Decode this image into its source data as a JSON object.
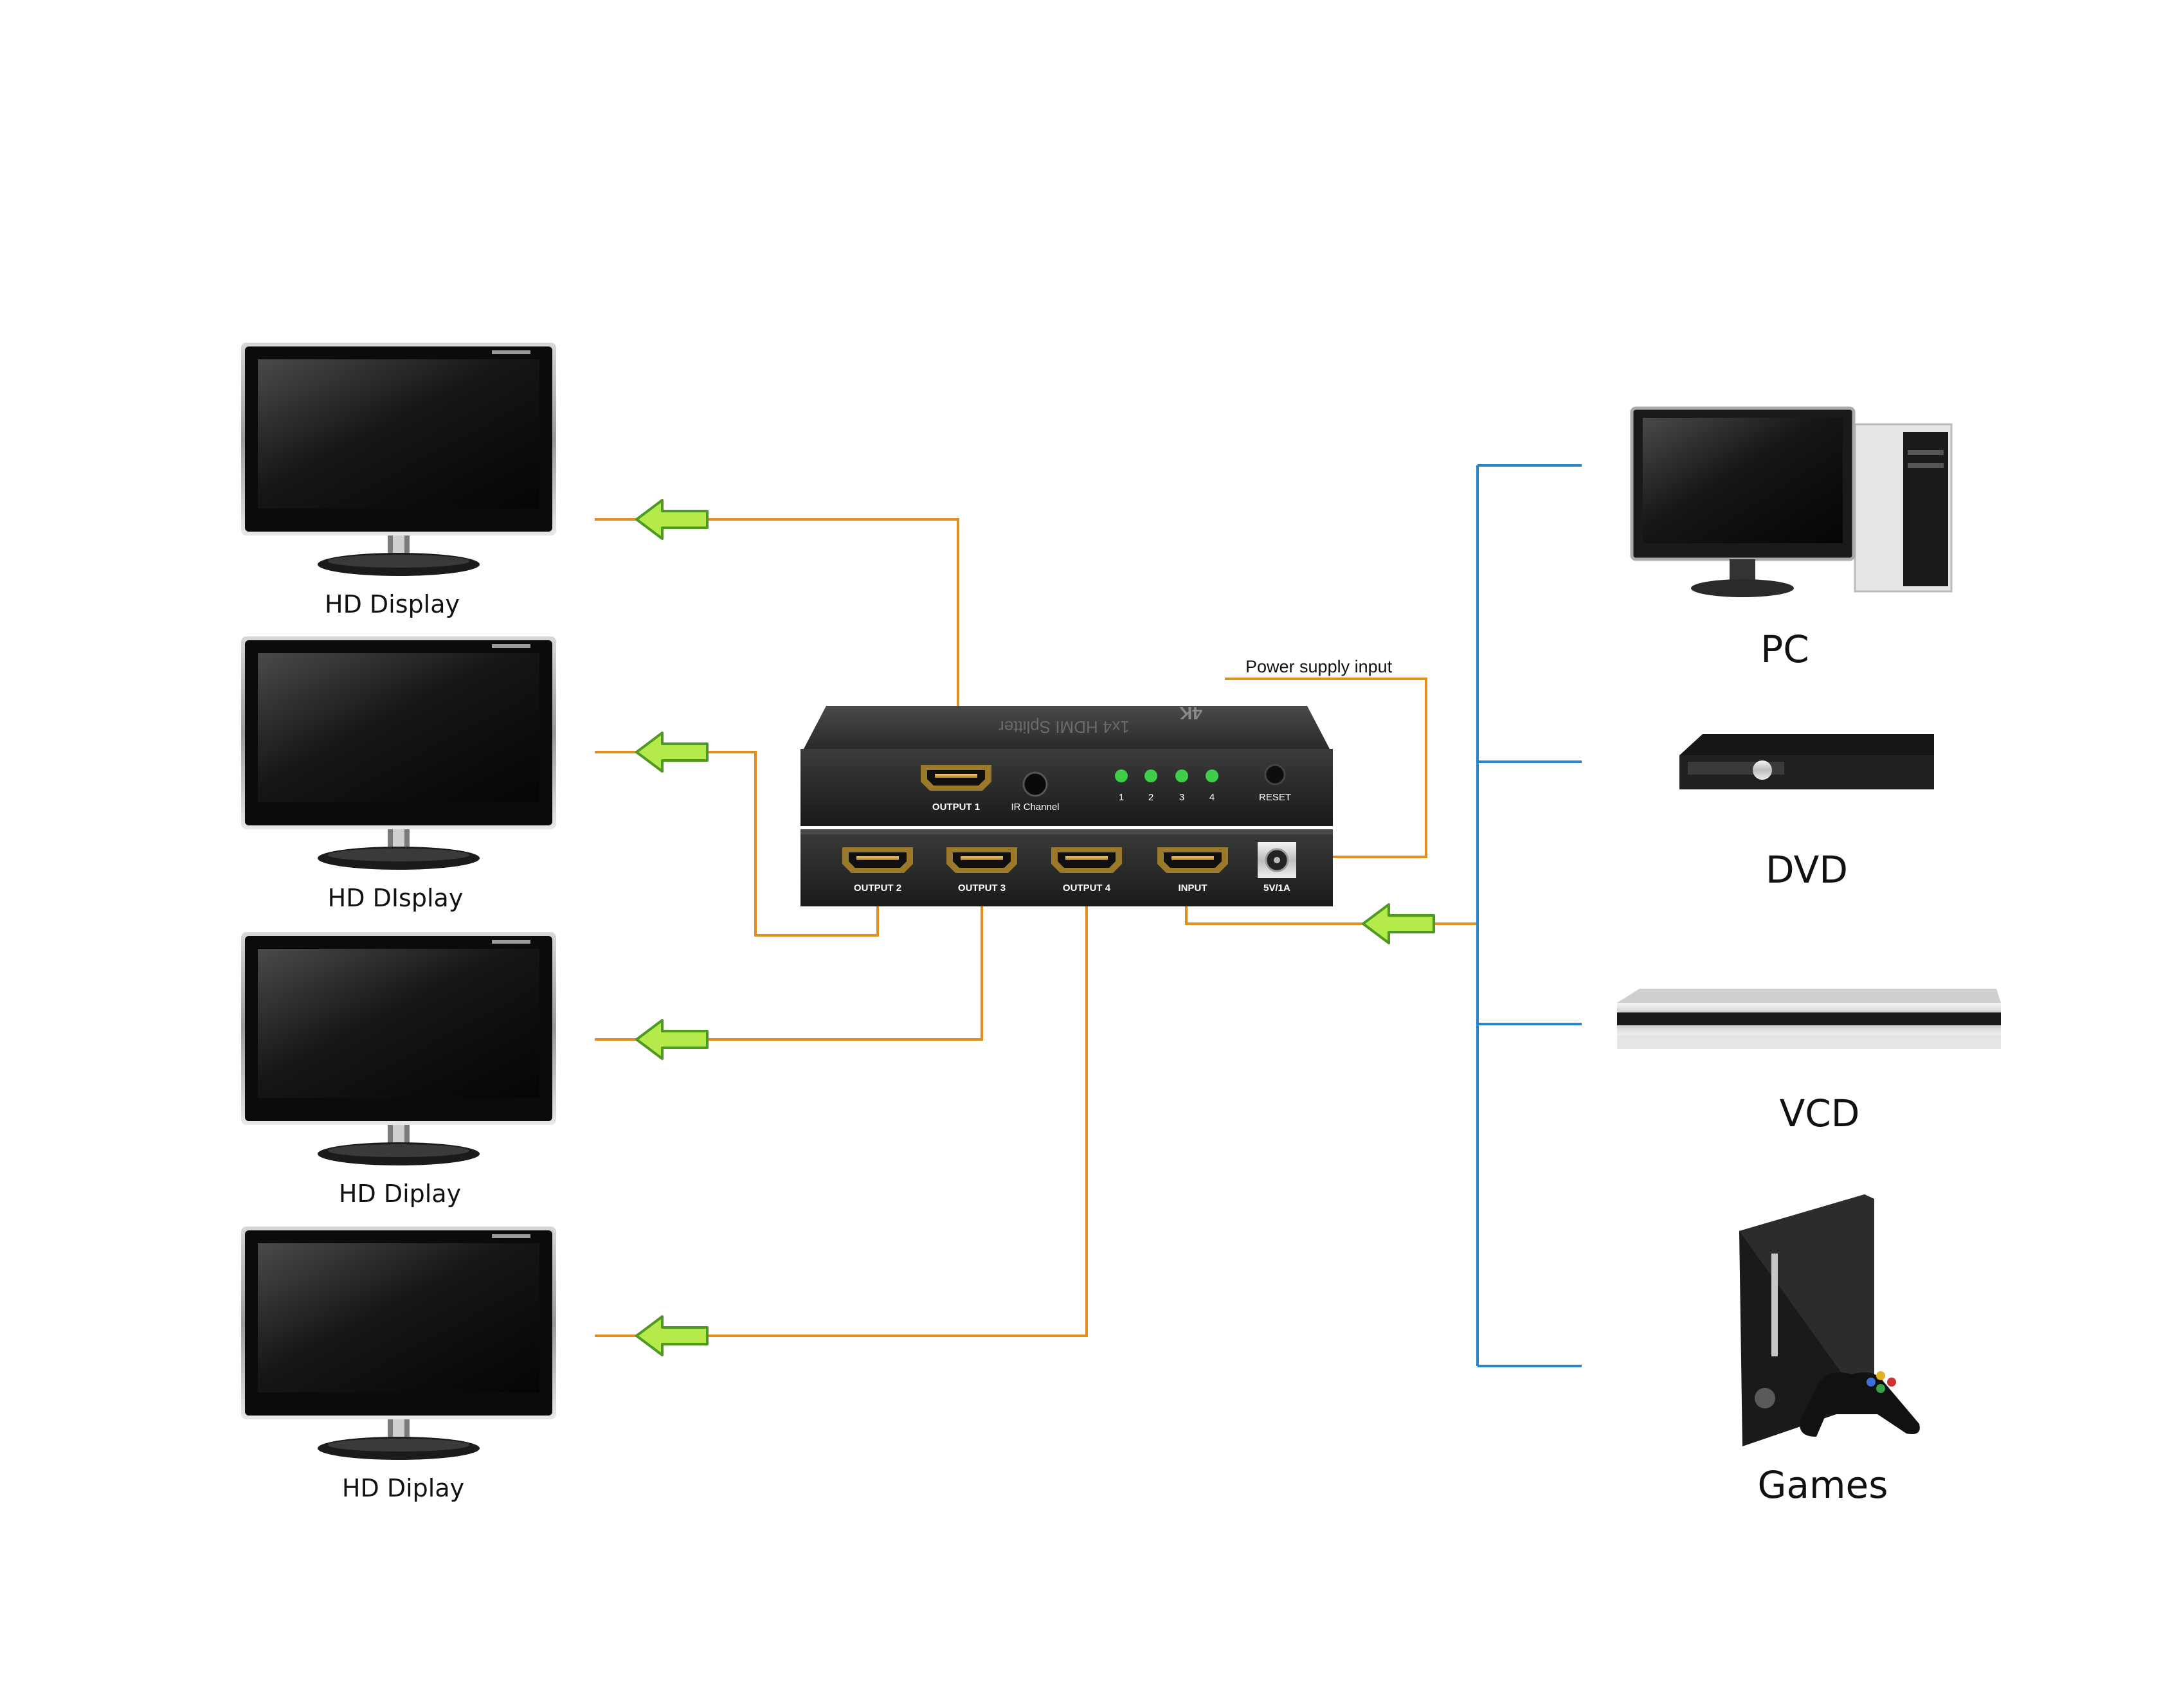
{
  "displays": [
    {
      "label": "HD Display"
    },
    {
      "label": "HD DIsplay"
    },
    {
      "label": "HD Diplay"
    },
    {
      "label": "HD Diplay"
    }
  ],
  "sources": [
    {
      "label": "PC"
    },
    {
      "label": "DVD"
    },
    {
      "label": "VCD"
    },
    {
      "label": "Games"
    }
  ],
  "splitter": {
    "top_text": "1x4 HDMI Splitter",
    "badge": "4K",
    "front_ports": {
      "output1": "OUTPUT 1",
      "ir": "IR Channel",
      "reset": "RESET"
    },
    "leds": [
      "1",
      "2",
      "3",
      "4"
    ],
    "back_ports": {
      "output2": "OUTPUT 2",
      "output3": "OUTPUT 3",
      "output4": "OUTPUT 4",
      "input": "INPUT",
      "power": "5V/1A"
    }
  },
  "power_label": "Power supply input",
  "colors": {
    "signal_line": "#e2901d",
    "source_line": "#2a86c8",
    "arrow_fill": "#b4ea4a",
    "arrow_stroke": "#4e9a1e"
  }
}
